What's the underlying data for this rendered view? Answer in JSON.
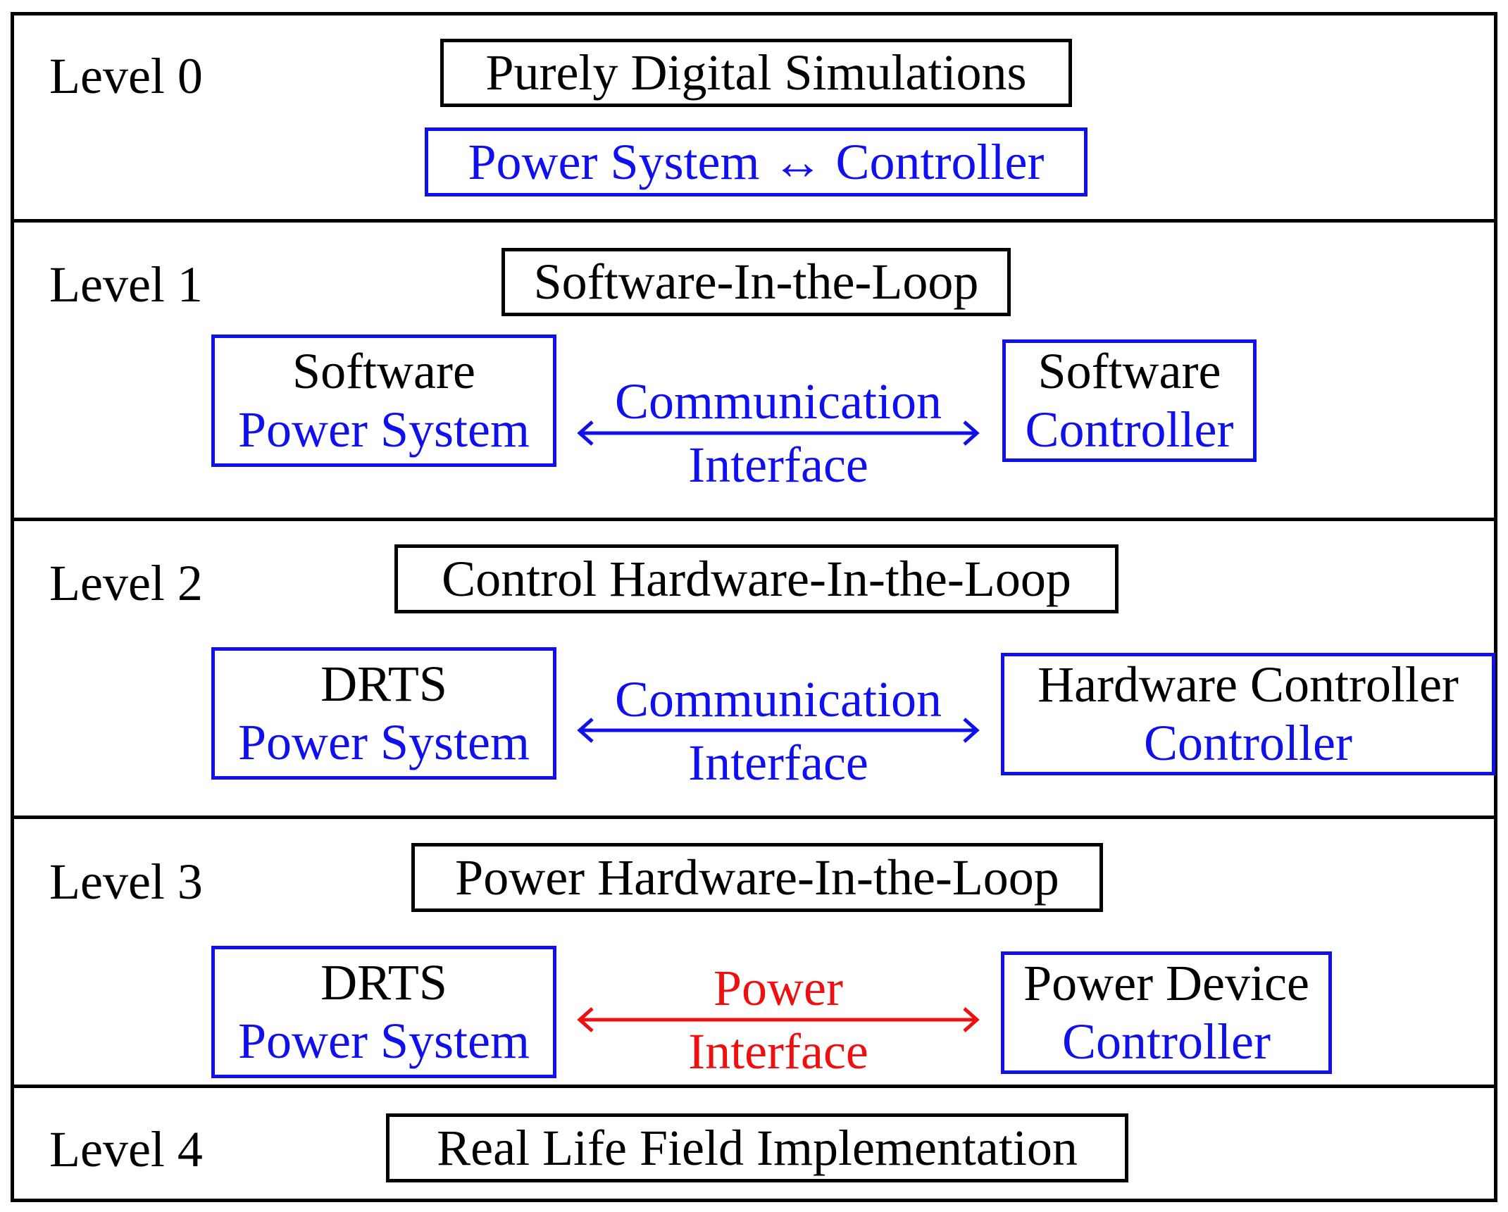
{
  "levels": [
    {
      "label": "Level 0",
      "title": "Purely Digital Simulations",
      "subtitle": "Power System ↔ Controller"
    },
    {
      "label": "Level 1",
      "title": "Software-In-the-Loop",
      "left": {
        "top": "Software",
        "bottom": "Power System"
      },
      "interface": {
        "line1": "Communication",
        "line2": "Interface"
      },
      "right": {
        "top": "Software",
        "bottom": "Controller"
      }
    },
    {
      "label": "Level 2",
      "title": "Control Hardware-In-the-Loop",
      "left": {
        "top": "DRTS",
        "bottom": "Power System"
      },
      "interface": {
        "line1": "Communication",
        "line2": "Interface"
      },
      "right": {
        "top": "Hardware Controller",
        "bottom": "Controller"
      }
    },
    {
      "label": "Level 3",
      "title": "Power Hardware-In-the-Loop",
      "left": {
        "top": "DRTS",
        "bottom": "Power System"
      },
      "interface": {
        "line1": "Power",
        "line2": "Interface"
      },
      "right": {
        "top": "Power Device",
        "bottom": "Controller"
      }
    },
    {
      "label": "Level 4",
      "title": "Real Life Field Implementation"
    }
  ],
  "colors": {
    "border": "#000000",
    "software_blue": "#1010ee",
    "power_red": "#ee1010"
  }
}
